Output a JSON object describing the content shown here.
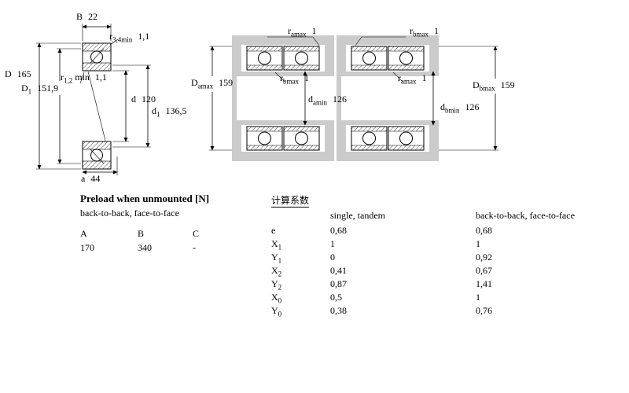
{
  "drawing_left": {
    "dim_B": {
      "base": "B",
      "sub": "",
      "suffix": "",
      "value": "22"
    },
    "dim_r34": {
      "base": "r",
      "sub": "3,4min",
      "suffix": "",
      "value": "1,1"
    },
    "dim_D": {
      "base": "D",
      "sub": "",
      "suffix": "",
      "value": "165"
    },
    "dim_r12": {
      "base": "r",
      "sub": "1,2",
      "suffix": "min",
      "value": "1,1"
    },
    "dim_D1": {
      "base": "D",
      "sub": "1",
      "suffix": "",
      "value": "151,9"
    },
    "dim_d": {
      "base": "d",
      "sub": "",
      "suffix": "",
      "value": "120"
    },
    "dim_d1": {
      "base": "d",
      "sub": "1",
      "suffix": "",
      "value": "136,5"
    },
    "dim_a": {
      "base": "a",
      "sub": "",
      "suffix": "",
      "value": "44"
    }
  },
  "drawing_middle": {
    "dim_ramax": {
      "base": "r",
      "sub": "amax",
      "suffix": "",
      "value": "1"
    },
    "dim_Damax": {
      "base": "D",
      "sub": "amax",
      "suffix": "",
      "value": "159"
    },
    "dim_rbmax": {
      "base": "r",
      "sub": "bmax",
      "suffix": "",
      "value": "1"
    },
    "dim_damin": {
      "base": "d",
      "sub": "amin",
      "suffix": "",
      "value": "126"
    }
  },
  "drawing_right": {
    "dim_rbmax": {
      "base": "r",
      "sub": "bmax",
      "suffix": "",
      "value": "1"
    },
    "dim_ramax": {
      "base": "r",
      "sub": "amax",
      "suffix": "",
      "value": "1"
    },
    "dim_Dbmax": {
      "base": "D",
      "sub": "bmax",
      "suffix": "",
      "value": "159"
    },
    "dim_dbmin": {
      "base": "d",
      "sub": "bmin",
      "suffix": "",
      "value": "126"
    }
  },
  "preload": {
    "title": "Preload when unmounted [N]",
    "subtitle": "back-to-back, face-to-face",
    "col_a": "A",
    "col_b": "B",
    "col_c": "C",
    "val_a": "170",
    "val_b": "340",
    "val_c": "-"
  },
  "factors": {
    "title": "计算系数",
    "col1": "single, tandem",
    "col2": "back-to-back, face-to-face",
    "rows": [
      {
        "base": "e",
        "sub": "",
        "v1": "0,68",
        "v2": "0,68"
      },
      {
        "base": "X",
        "sub": "1",
        "v1": "1",
        "v2": "1"
      },
      {
        "base": "Y",
        "sub": "1",
        "v1": "0",
        "v2": "0,92"
      },
      {
        "base": "X",
        "sub": "2",
        "v1": "0,41",
        "v2": "0,67"
      },
      {
        "base": "Y",
        "sub": "2",
        "v1": "0,87",
        "v2": "1,41"
      },
      {
        "base": "X",
        "sub": "0",
        "v1": "0,5",
        "v2": "1"
      },
      {
        "base": "Y",
        "sub": "0",
        "v1": "0,38",
        "v2": "0,76"
      }
    ]
  }
}
